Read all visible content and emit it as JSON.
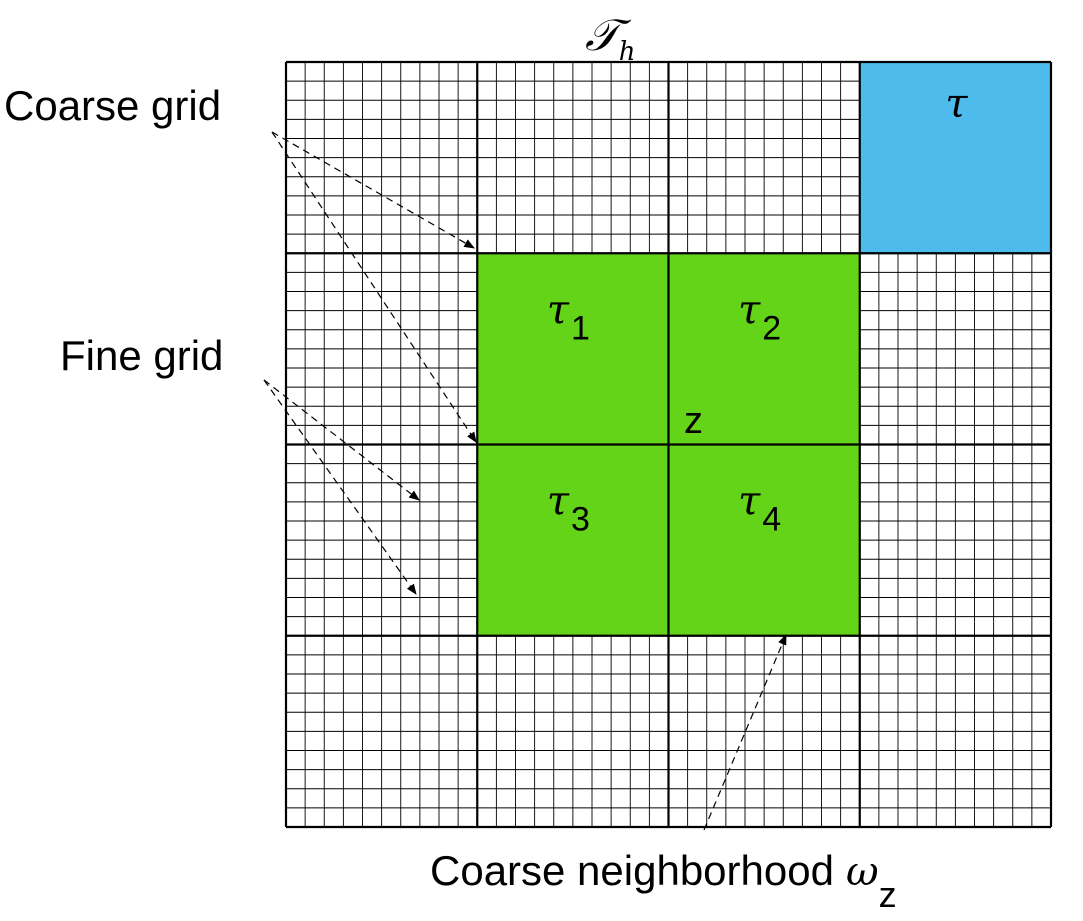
{
  "title": {
    "symbol": "𝒯",
    "subscript": "h"
  },
  "labels": {
    "coarse_grid": "Coarse grid",
    "fine_grid": "Fine grid",
    "coarse_neighborhood": "Coarse neighborhood",
    "omega_symbol": "ω",
    "omega_subscript": "z",
    "node_z": "z"
  },
  "grid": {
    "coarse_cells": 4,
    "fine_per_coarse": 10
  },
  "highlighted_cells": [
    {
      "symbol": "τ",
      "subscript": "",
      "row": 0,
      "col": 3,
      "color": "#4dbcec"
    },
    {
      "symbol": "τ",
      "subscript": "1",
      "row": 1,
      "col": 1,
      "color": "#63d418"
    },
    {
      "symbol": "τ",
      "subscript": "2",
      "row": 1,
      "col": 2,
      "color": "#63d418"
    },
    {
      "symbol": "τ",
      "subscript": "3",
      "row": 2,
      "col": 1,
      "color": "#63d418"
    },
    {
      "symbol": "τ",
      "subscript": "4",
      "row": 2,
      "col": 2,
      "color": "#63d418"
    }
  ],
  "colors": {
    "blue_cell": "#4dbcec",
    "green_cell": "#63d418",
    "lines": "#000000"
  }
}
